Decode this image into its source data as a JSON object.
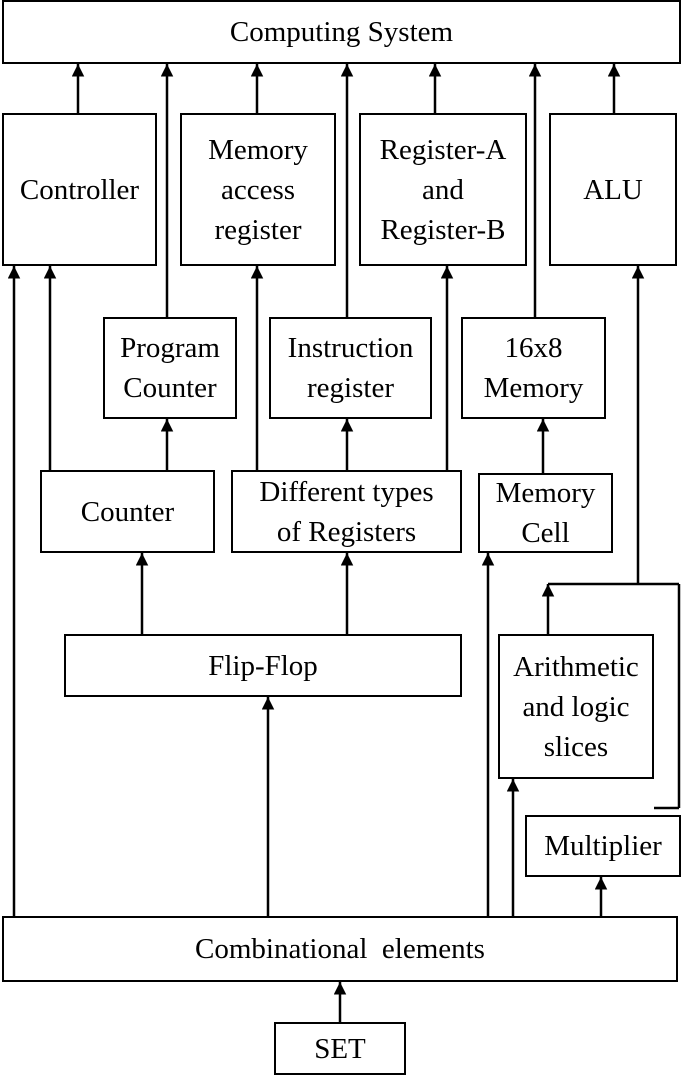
{
  "diagram": {
    "boxes": {
      "computing_system": "Computing System",
      "controller": "Controller",
      "memory_access_register": "Memory\naccess\nregister",
      "register_a_b": "Register-A\nand\nRegister-B",
      "alu": "ALU",
      "program_counter": "Program\nCounter",
      "instruction_register": "Instruction\nregister",
      "memory_16x8": "16x8\nMemory",
      "counter": "Counter",
      "different_registers": "Different types\nof Registers",
      "memory_cell": "Memory\nCell",
      "flip_flop": "Flip-Flop",
      "arithmetic_logic_slices": "Arithmetic\nand logic\nslices",
      "multiplier": "Multiplier",
      "combinational_elements": "Combinational  elements",
      "set": "SET"
    }
  }
}
